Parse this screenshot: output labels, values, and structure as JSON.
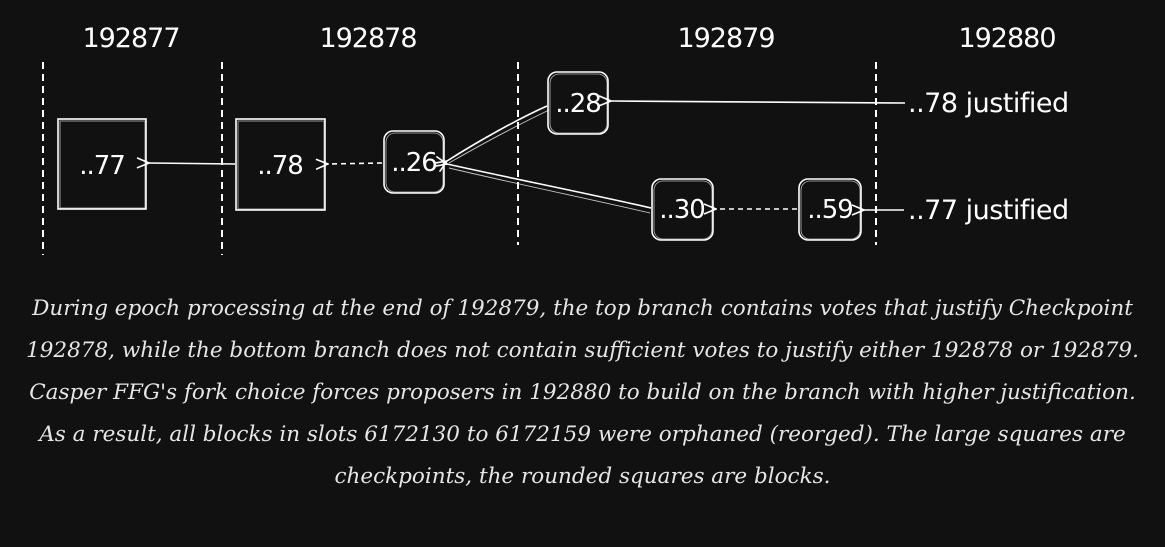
{
  "epochs": [
    "192877",
    "192878",
    "192879",
    "192880"
  ],
  "checkpoints": {
    "c77": "..77",
    "c78": "..78"
  },
  "blocks": {
    "b26": "..26",
    "b28": "..28",
    "b30": "..30",
    "b59": "..59"
  },
  "annotations": {
    "top": "..78 justified",
    "bottom": "..77 justified"
  },
  "caption": "During epoch processing at the end of 192879, the top branch contains votes that justify Checkpoint 192878, while the bottom branch does not contain sufficient votes to justify either 192878 or 192879. Casper FFG's fork choice forces proposers in 192880 to build on the branch with higher justification. As a result, all blocks in slots 6172130 to 6172159 were orphaned (reorged). The large squares are checkpoints, the rounded squares are blocks.",
  "colors": {
    "background": "#111111",
    "stroke": "#ffffff",
    "caption": "#e6e6e6"
  }
}
